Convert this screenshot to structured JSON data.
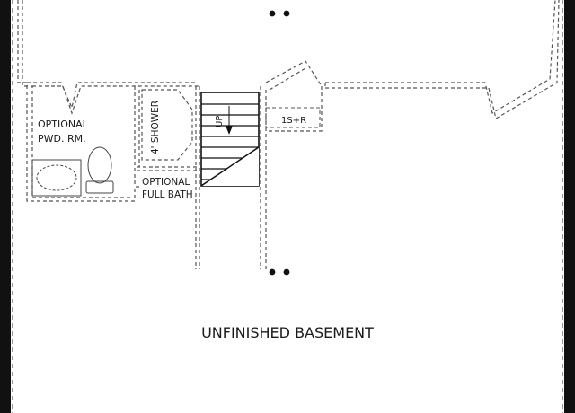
{
  "rooms": {
    "powder_room": "OPTIONAL\nPWD. RM.",
    "shower": "4' SHOWER",
    "full_bath": "OPTIONAL\nFULL BATH",
    "stair_direction": "UP",
    "shelf": "1S+R",
    "basement": "UNFINISHED BASEMENT"
  },
  "colors": {
    "outer_wall": "#111111",
    "dashed_wall": "#555555"
  }
}
